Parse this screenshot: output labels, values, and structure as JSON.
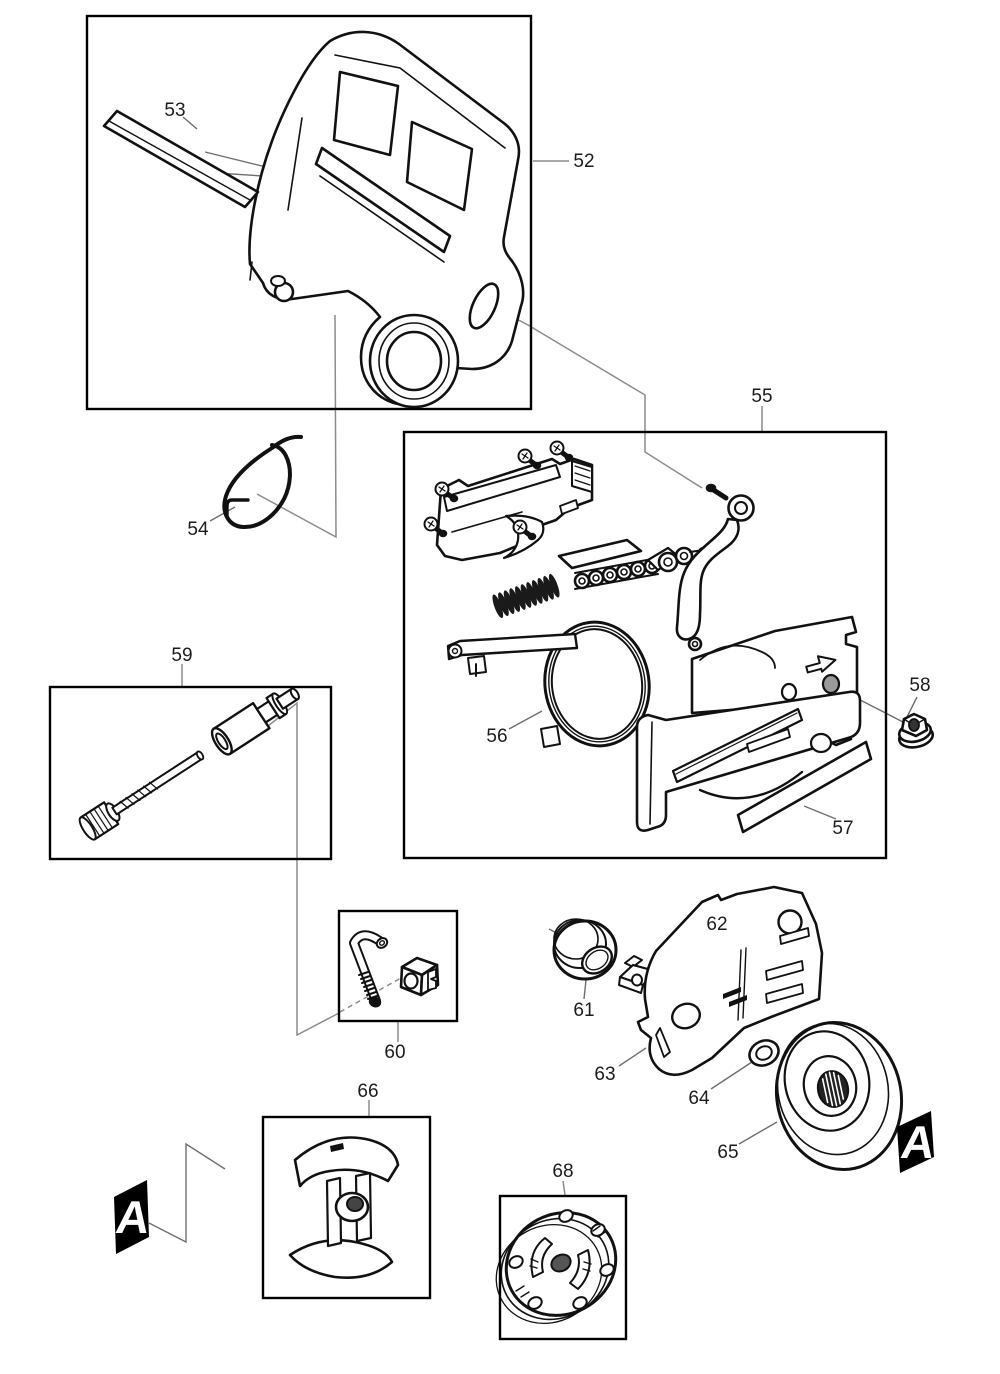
{
  "diagram": {
    "labels": {
      "l52": "52",
      "l53": "53",
      "l54": "54",
      "l55": "55",
      "l56": "56",
      "l57": "57",
      "l58": "58",
      "l59": "59",
      "l60": "60",
      "l61": "61",
      "l62": "62",
      "l63": "63",
      "l64": "64",
      "l65": "65",
      "l66": "66",
      "l68": "68"
    },
    "markers": {
      "left": "A",
      "right": "A"
    },
    "colors": {
      "background": "#ffffff",
      "part_outline": "#111111",
      "leader_line": "#8c8c8c",
      "marker_background": "#000000",
      "marker_letter": "#ffffff"
    }
  }
}
